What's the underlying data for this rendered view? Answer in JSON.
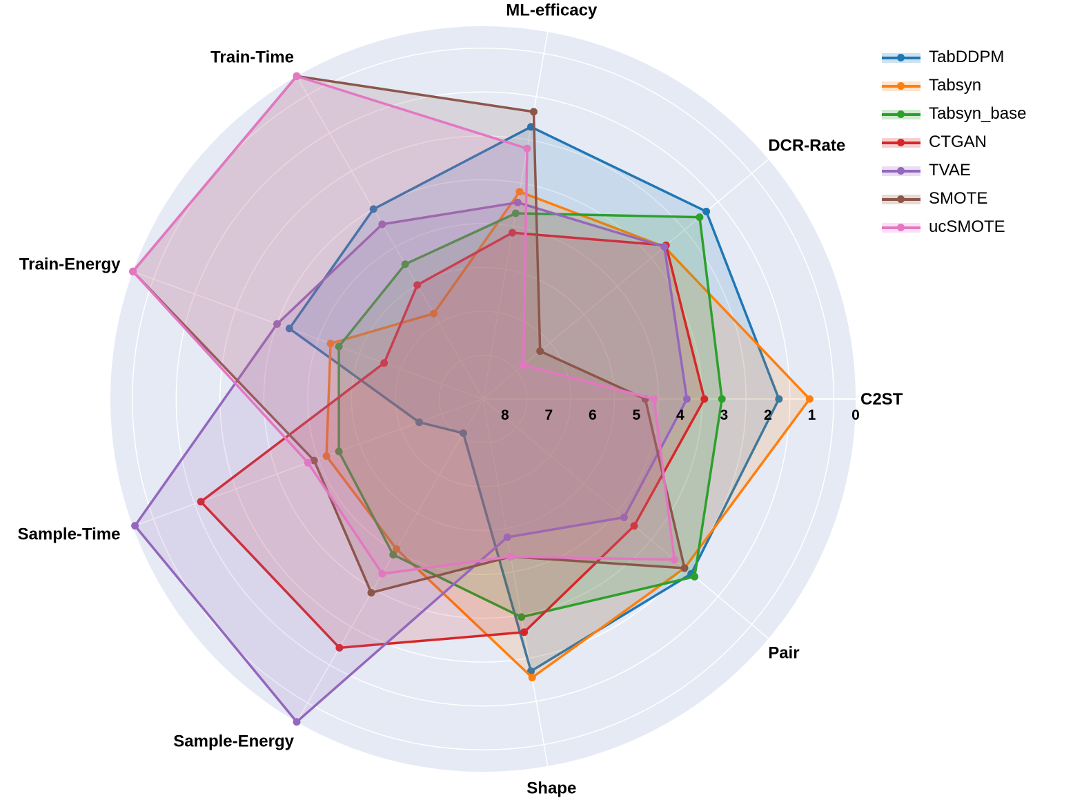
{
  "chart_data": {
    "type": "radar",
    "axes": [
      "C2ST",
      "DCR-Rate",
      "ML-efficacy",
      "Train-Time",
      "Train-Energy",
      "Sample-Time",
      "Sample-Energy",
      "Shape",
      "Pair"
    ],
    "radial_ticks": [
      "8",
      "7",
      "6",
      "5",
      "4",
      "3",
      "2",
      "1",
      "0"
    ],
    "rank_range": [
      0,
      8.5
    ],
    "grid": true,
    "legend_position": "top-right",
    "series": [
      {
        "name": "TabDDPM",
        "color": "#1f77b4",
        "values": [
          1.75,
          1.85,
          2.2,
          3.5,
          3.8,
          6.95,
          7.6,
          2.2,
          2.3
        ]
      },
      {
        "name": "Tabsyn",
        "color": "#ff7f0e",
        "values": [
          1.05,
          3.1,
          3.7,
          6.25,
          4.8,
          4.7,
          4.55,
          2.05,
          2.5
        ]
      },
      {
        "name": "Tabsyn_base",
        "color": "#2ca02c",
        "values": [
          3.05,
          2.05,
          4.2,
          4.95,
          5.0,
          5.0,
          4.4,
          3.45,
          2.2
        ]
      },
      {
        "name": "CTGAN",
        "color": "#d62728",
        "values": [
          3.45,
          3.05,
          4.65,
          5.5,
          6.1,
          1.65,
          1.95,
          3.1,
          4.0
        ]
      },
      {
        "name": "TVAE",
        "color": "#9467bd",
        "values": [
          3.85,
          3.1,
          3.95,
          3.9,
          3.5,
          0.05,
          0.0,
          5.3,
          4.3
        ]
      },
      {
        "name": "SMOTE",
        "color": "#8c564b",
        "values": [
          4.8,
          6.8,
          1.85,
          0.0,
          0.0,
          4.4,
          3.4,
          4.85,
          2.5
        ]
      },
      {
        "name": "ucSMOTE",
        "color": "#e377c2",
        "values": [
          4.6,
          7.3,
          2.7,
          0.0,
          0.0,
          4.25,
          3.9,
          4.85,
          2.8
        ]
      }
    ]
  }
}
